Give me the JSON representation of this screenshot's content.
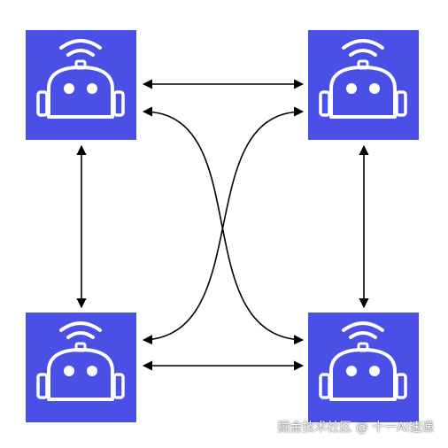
{
  "colors": {
    "tile": "#4a4fe6",
    "icon_stroke": "#ffffff",
    "arrow": "#000000"
  },
  "nodes": [
    {
      "id": "top-left",
      "icon": "robot-icon"
    },
    {
      "id": "top-right",
      "icon": "robot-icon"
    },
    {
      "id": "bottom-left",
      "icon": "robot-icon"
    },
    {
      "id": "bottom-right",
      "icon": "robot-icon"
    }
  ],
  "edges": [
    {
      "from": "top-left",
      "to": "top-right",
      "style": "straight",
      "direction": "both"
    },
    {
      "from": "bottom-left",
      "to": "bottom-right",
      "style": "straight",
      "direction": "both"
    },
    {
      "from": "top-left",
      "to": "bottom-left",
      "style": "straight",
      "direction": "both"
    },
    {
      "from": "top-right",
      "to": "bottom-right",
      "style": "straight",
      "direction": "both"
    },
    {
      "from": "top-left",
      "to": "bottom-right",
      "style": "curved",
      "direction": "both"
    },
    {
      "from": "top-right",
      "to": "bottom-left",
      "style": "curved",
      "direction": "both"
    }
  ],
  "watermark": "掘金技术社区 @ 十一AI速递"
}
